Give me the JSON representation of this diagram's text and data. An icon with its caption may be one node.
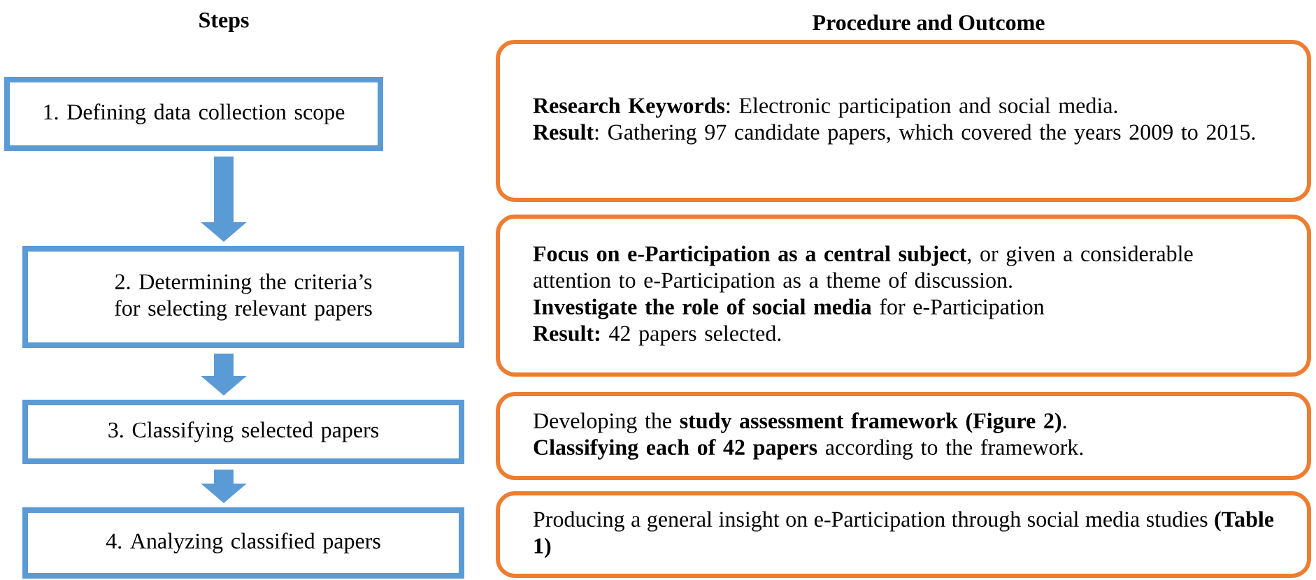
{
  "diagram": {
    "nodes": [
      {
        "text": [
          "1. Defining data collection scope"
        ]
      },
      {
        "text": [
          "**Research Keywords**: Electronic participation and social media.",
          "**Result**: Gathering 97 candidate papers, which covered the years 2009 to 2015."
        ]
      },
      {
        "text": [
          "2. Determining the criteria’s for selecting relevant papers"
        ]
      },
      {
        "text": [
          "**Focus on e-Participation as a central subject**, or given a considerable attention to e-Participation as a theme of discussion.",
          "**Investigate the role of social media** for e-Participation",
          "**Result:** 42 papers selected."
        ]
      },
      {
        "text": [
          "3. Classifying selected papers"
        ]
      },
      {
        "text": [
          "Developing the **study assessment framework (Figure 2)**.",
          "**Classifying each of 42 papers** according to the framework."
        ]
      },
      {
        "text": [
          "4. Analyzing classified papers"
        ]
      },
      {
        "text": [
          "Producing a general insight on e-Participation through social media studies **(Table 1)**"
        ]
      }
    ],
    "edges": [
      {
        "from": 0,
        "to": 2,
        "arrow": "to"
      },
      {
        "from": 2,
        "to": 4,
        "arrow": "to"
      },
      {
        "from": 4,
        "to": 6,
        "arrow": "to"
      }
    ],
    "labels": [
      "Steps",
      "Procedure and Outcome"
    ]
  }
}
